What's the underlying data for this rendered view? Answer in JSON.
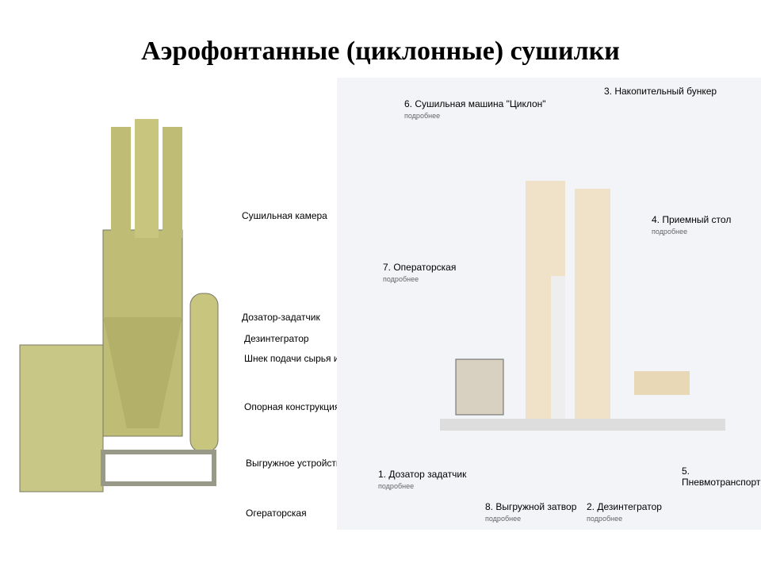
{
  "title": "Аэрофонтанные (циклонные) сушилки",
  "left": [
    "Сушильная камера",
    "Дозатор-задатчик",
    "Дезинтегратор",
    "Шнек подачи сырья из д",
    "Опорная конструкция (р",
    "Выгружное устройство",
    "Огераторская"
  ],
  "right": [
    "6. Сушильная машина \"Циклон\"",
    "3. Накопительный бункер",
    "4. Приемный стол",
    "7. Операторская",
    "1. Дозатор задатчик",
    "8. Выгружной затвор",
    "2. Дезинтегратор",
    "5. Пневмотранспорт"
  ],
  "more": "подробнее"
}
